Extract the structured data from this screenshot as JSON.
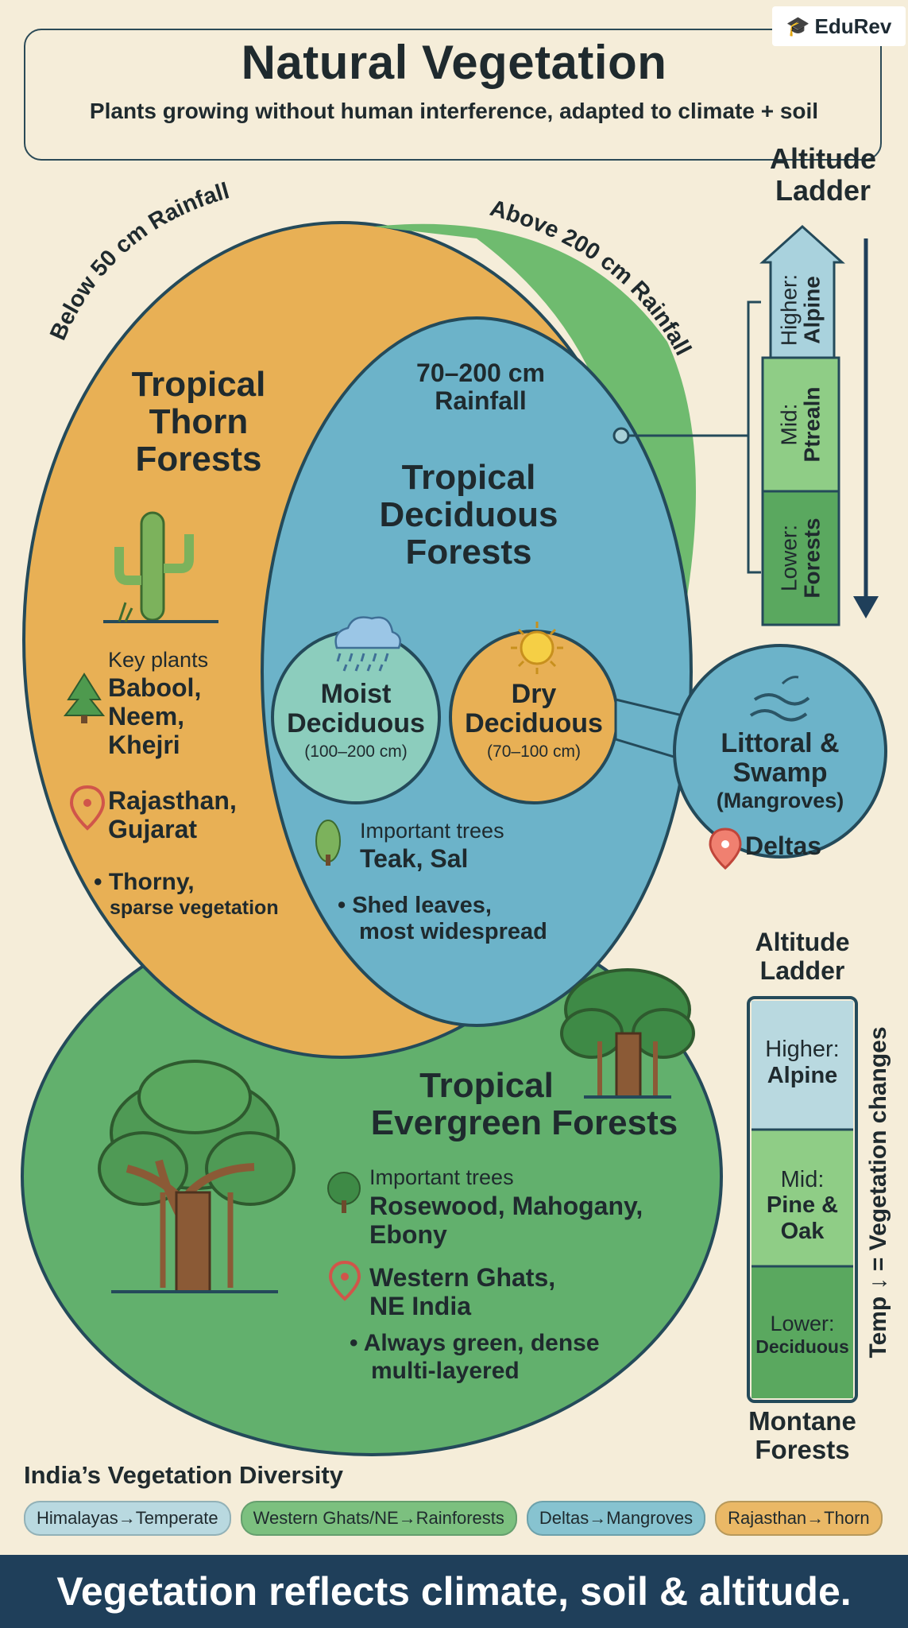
{
  "header": {
    "title": "Natural Vegetation",
    "subtitle": "Plants growing without human interference, adapted to climate + soil",
    "logo": "EduRev"
  },
  "colors": {
    "background": "#f5edd9",
    "thorn": "#e8b055",
    "deciduous": "#6cb3c9",
    "evergreen": "#62b06d",
    "navy": "#1f3f5a"
  },
  "arc_labels": {
    "below50": "Below 50 cm Rainfall",
    "above200": "Above 200 cm Rainfall"
  },
  "thorn": {
    "title_lines": [
      "Tropical",
      "Thorn",
      "Forests"
    ],
    "key_plants_label": "Key plants",
    "plants_lines": [
      "Babool,",
      "Neem,",
      "Khejri"
    ],
    "location_lines": [
      "Rajasthan,",
      "Gujarat"
    ],
    "bullet_main": "Thorny,",
    "bullet_sub": "sparse vegetation"
  },
  "deciduous": {
    "rain_lines": [
      "70–200 cm",
      "Rainfall"
    ],
    "title_lines": [
      "Tropical",
      "Deciduous",
      "Forests"
    ],
    "moist": {
      "title_lines": [
        "Moist",
        "Deciduous"
      ],
      "range": "(100–200 cm)"
    },
    "dry": {
      "title_lines": [
        "Dry",
        "Deciduous"
      ],
      "range": "(70–100 cm)"
    },
    "trees_label": "Important trees",
    "trees": "Teak, Sal",
    "bullet_lines": [
      "Shed leaves,",
      "most widespread"
    ]
  },
  "littoral": {
    "title_lines": [
      "Littoral &",
      "Swamp"
    ],
    "sub": "(Mangroves)",
    "location": "Deltas"
  },
  "evergreen": {
    "title_lines": [
      "Tropical",
      "Evergreen Forests"
    ],
    "trees_label": "Important trees",
    "trees_lines": [
      "Rosewood, Mahogany,",
      "Ebony"
    ],
    "location_lines": [
      "Western Ghats,",
      "NE India"
    ],
    "bullet_lines": [
      "Always green, dense",
      "multi-layered"
    ]
  },
  "ladder_top": {
    "title_lines": [
      "Altitude",
      "Ladder"
    ],
    "higher": {
      "label": "Higher:",
      "value": "Alpine"
    },
    "mid": {
      "label": "Mid:",
      "value": "Ptrealn"
    },
    "lower": {
      "label": "Lower:",
      "value": "Forests"
    }
  },
  "ladder_bottom": {
    "title_lines": [
      "Altitude",
      "Ladder"
    ],
    "higher": {
      "label": "Higher:",
      "value": "Alpine"
    },
    "mid": {
      "label": "Mid:",
      "value_lines": [
        "Pine &",
        "Oak"
      ]
    },
    "lower": {
      "label": "Lower:",
      "value": "Deciduous"
    },
    "side_label": "Temp ↓ = Vegetation changes",
    "footer_lines": [
      "Montane",
      "Forests"
    ]
  },
  "diversity": {
    "title": "India’s Vegetation Diversity",
    "tags": [
      {
        "label": "Himalayas→Temperate",
        "color": "#b9d9e0"
      },
      {
        "label": "Western Ghats/NE→Rainforests",
        "color": "#7cc07f"
      },
      {
        "label": "Deltas→Mangroves",
        "color": "#87c3d0"
      },
      {
        "label": "Rajasthan→Thorn",
        "color": "#eab866"
      }
    ]
  },
  "footer": {
    "text": "Vegetation reflects climate, soil & altitude."
  }
}
